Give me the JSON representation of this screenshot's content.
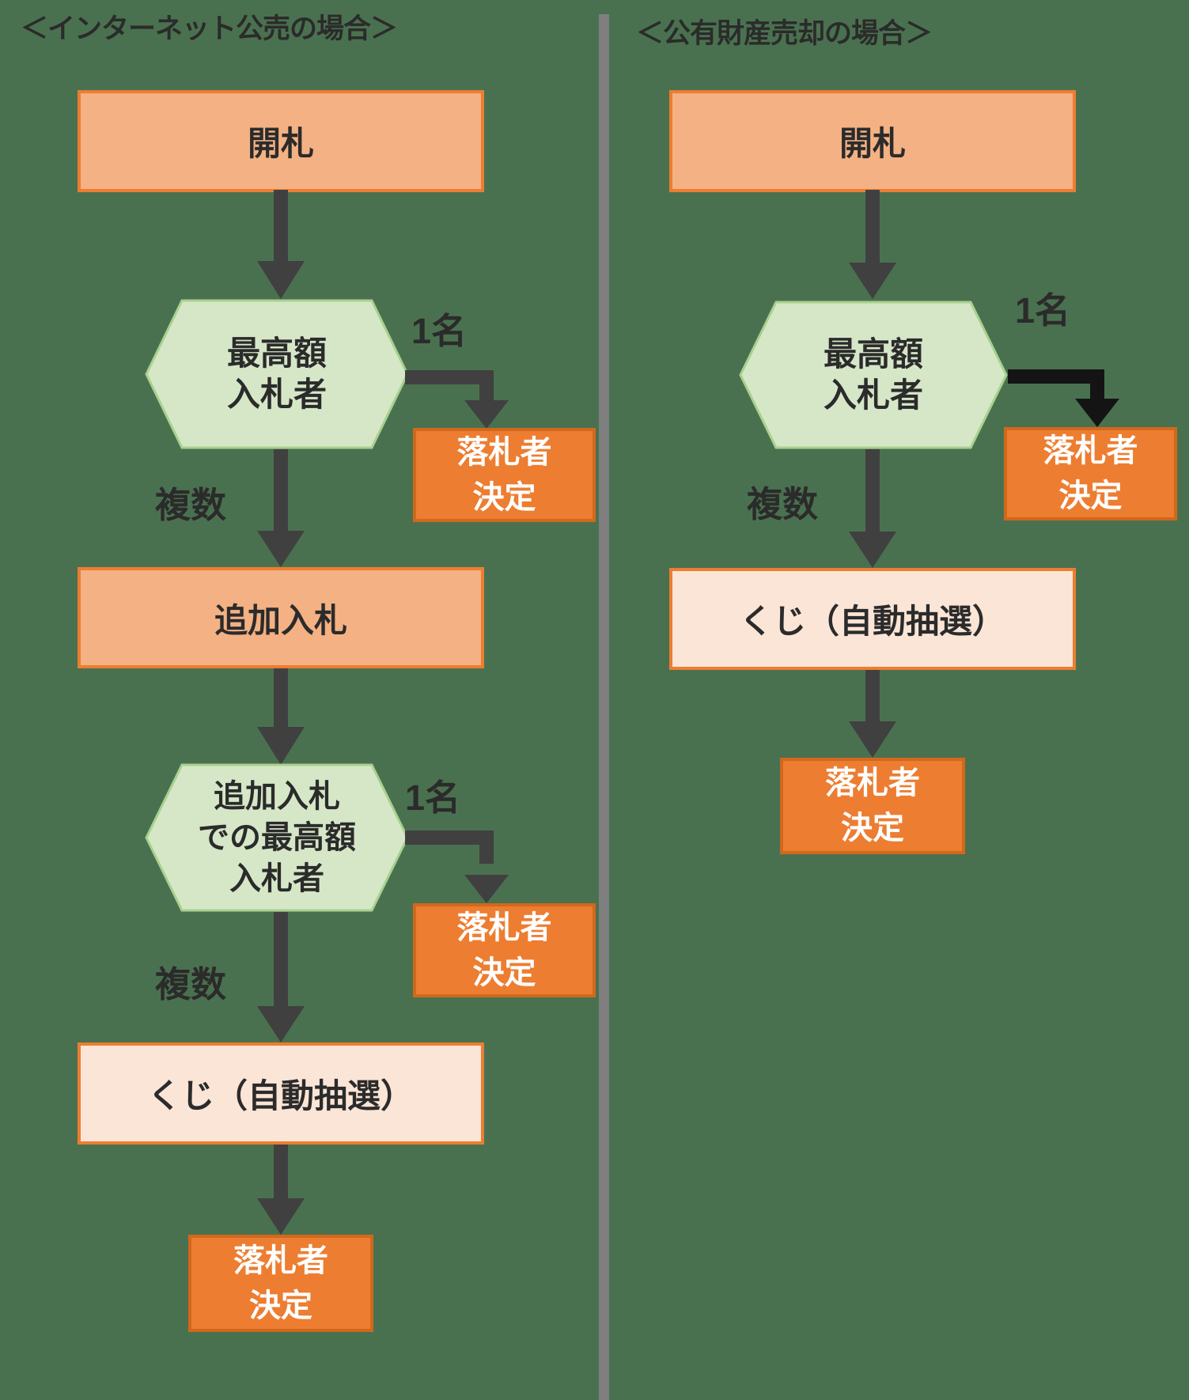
{
  "colors": {
    "background": "#4A714F",
    "divider": "#7F7F7F",
    "process_fill": "#F4B183",
    "process_border": "#ED7D31",
    "lottery_fill": "#FBE5D6",
    "decision_fill": "#D6E7C8",
    "decision_border": "#A9D18E",
    "result_fill": "#ED7D31",
    "result_border": "#D2681C",
    "arrow_gray": "#404040",
    "arrow_black": "#141414",
    "text_dark": "#2B2B2B",
    "text_white": "#FFFFFF"
  },
  "labels": {
    "one_bidder": "1名",
    "multiple_bidders": "複数"
  },
  "winner": {
    "line1": "落札者",
    "line2": "決定"
  },
  "left": {
    "title": "＜インターネット公売の場合＞",
    "open_bids": "開札",
    "highest_bidder": [
      "最高額",
      "入札者"
    ],
    "additional_bid": "追加入札",
    "additional_highest_bidder": [
      "追加入札",
      "での最高額",
      "入札者"
    ],
    "lottery": "くじ（自動抽選）"
  },
  "right": {
    "title": "＜公有財産売却の場合＞",
    "open_bids": "開札",
    "highest_bidder": [
      "最高額",
      "入札者"
    ],
    "lottery": "くじ（自動抽選）"
  }
}
